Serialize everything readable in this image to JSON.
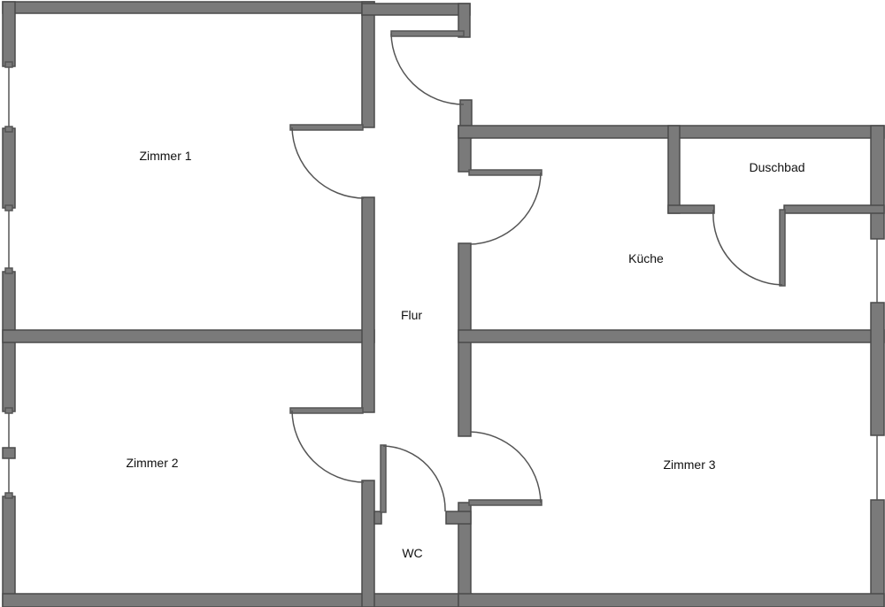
{
  "rooms": {
    "zimmer1": "Zimmer 1",
    "zimmer2": "Zimmer 2",
    "zimmer3": "Zimmer 3",
    "flur": "Flur",
    "kueche": "Küche",
    "duschbad": "Duschbad",
    "wc": "WC"
  },
  "colors": {
    "wall_fill": "#7a7a7a",
    "wall_stroke": "#4a4a4a",
    "door_line": "#555555",
    "background": "#ffffff",
    "text": "#111111"
  }
}
